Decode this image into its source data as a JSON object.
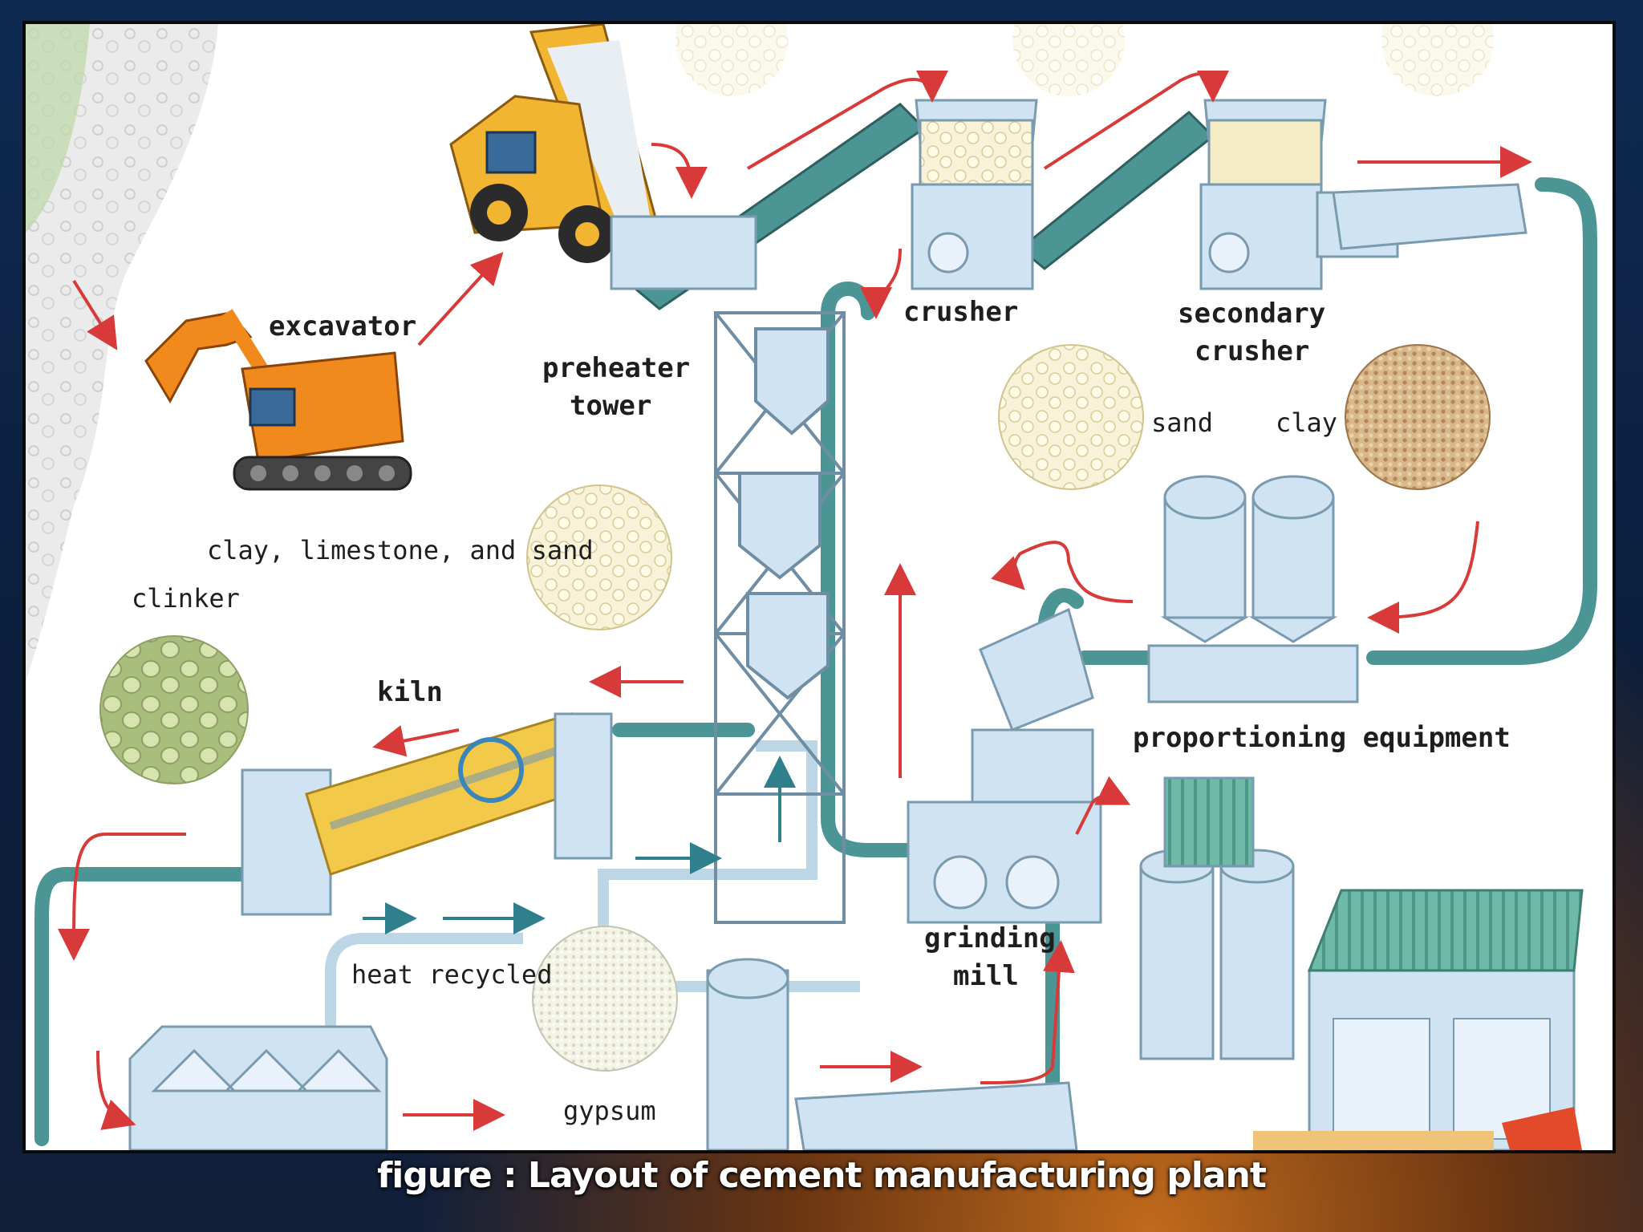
{
  "caption": "figure : Layout of cement manufacturing plant",
  "labels": {
    "excavator": "excavator",
    "raw_materials": "clay, limestone, and sand",
    "clinker": "clinker",
    "preheater_tower_1": "preheater",
    "preheater_tower_2": "tower",
    "crusher": "crusher",
    "secondary_crusher_1": "secondary",
    "secondary_crusher_2": "crusher",
    "sand": "sand",
    "clay": "clay",
    "kiln": "kiln",
    "proportioning_equipment": "proportioning equipment",
    "heat_recycled": "heat recycled",
    "grinding_mill_1": "grinding",
    "grinding_mill_2": "mill",
    "gypsum": "gypsum"
  },
  "colors": {
    "pipe": "#4c9595",
    "machine": "#cfe3f2",
    "flow_arrow": "#d83a3a",
    "excavator": "#f08a1c",
    "truck": "#f2b531",
    "clinker": "#c5d69a",
    "sand": "#f3ecc4",
    "clay": "#caa67a",
    "gypsum": "#ececdc",
    "roof": "#5fb0a0"
  }
}
